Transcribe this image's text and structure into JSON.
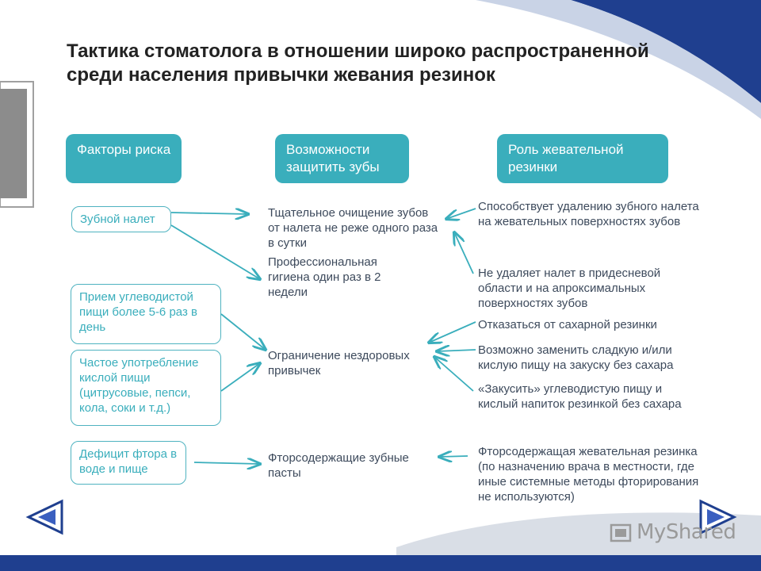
{
  "title": "Тактика стоматолога в отношении широко распространенной среди населения привычки жевания резинок",
  "headers": {
    "factors": "Факторы риска",
    "protect": "Возможности защитить зубы",
    "role": "Роль жевательной резинки"
  },
  "left": {
    "plaque": "Зубной налет",
    "carbs": "Прием углеводистой пищи более 5-6 раз в день",
    "acid": "Частое употребление кислой пищи (цитрусовые, пепси, кола, соки и т.д.)",
    "fluoride": "Дефицит фтора в воде и пище"
  },
  "middle": {
    "cleaning": "Тщательное очищение зубов от налета не реже одного раза в сутки",
    "hygiene": "Профессиональная гигиена один раз в 2 недели",
    "limit": "Ограничение нездоровых привычек",
    "paste": "Фторсодержащие зубные пасты"
  },
  "right": {
    "removes": "Способствует удалению зубного налета на жевательных поверхностях зубов",
    "not_removes": "Не удаляет налет в придесневой области и на апроксимальных поверхностях зубов",
    "refuse": "Отказаться от сахарной резинки",
    "replace": "Возможно заменить сладкую и/или кислую пищу на закуску без сахара",
    "snack": "«Закусить» углеводистую пищу и кислый напиток резинкой без сахара",
    "fluor_gum": "Фторсодержащая жевательная резинка (по назначению врача в местности, где иные системные методы фторирования не используются)"
  },
  "logo": "MyShared",
  "colors": {
    "accent": "#3aaebc",
    "navy": "#1f3f8f",
    "arrow": "#3aaebc"
  }
}
